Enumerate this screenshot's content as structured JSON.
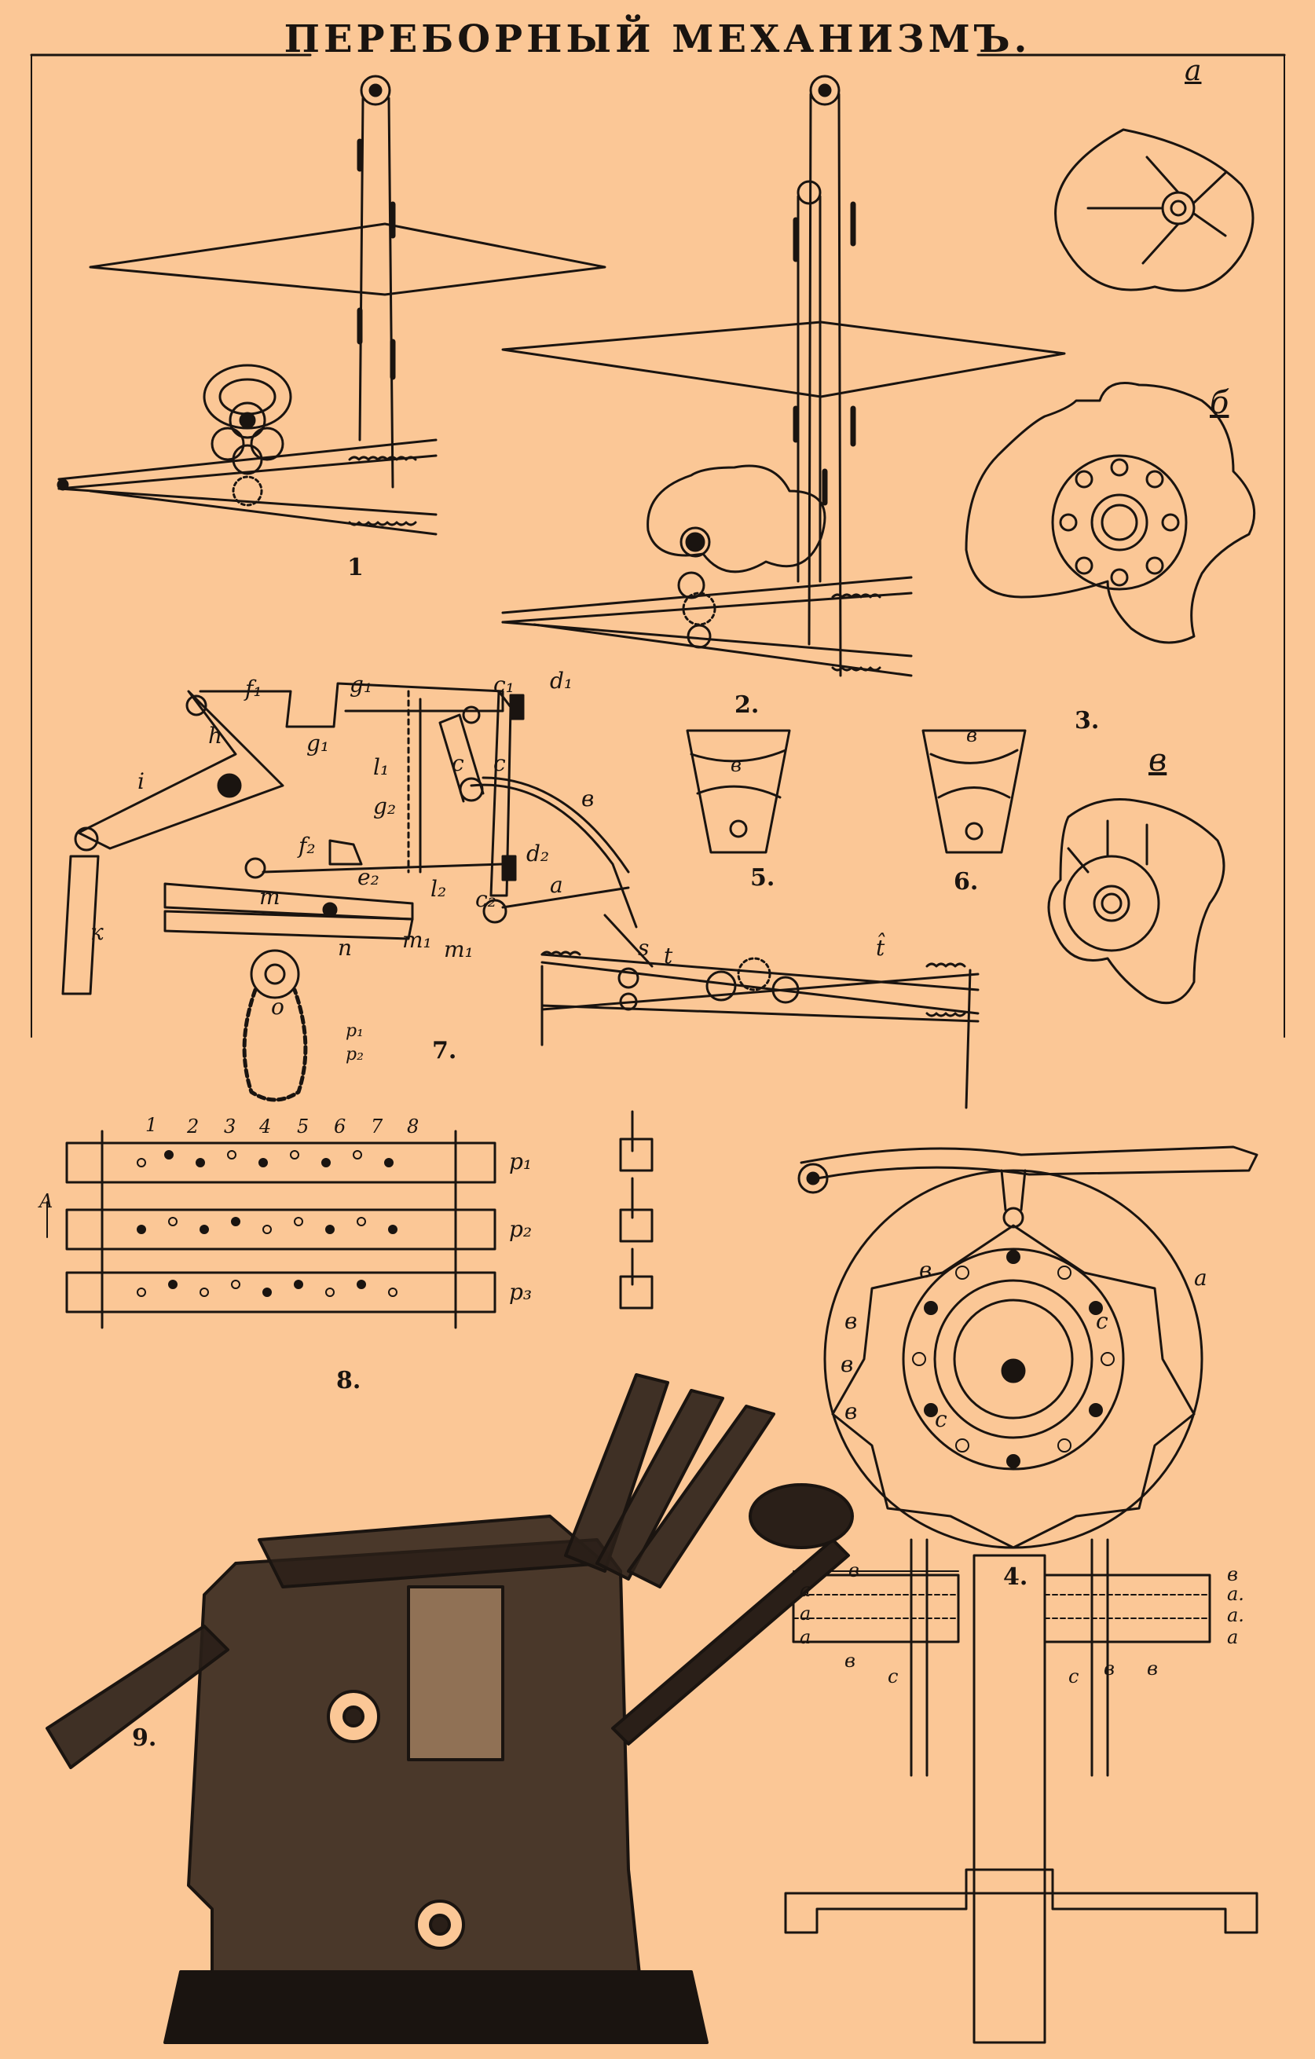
{
  "title": "ПЕРЕБОРНЫЙ МЕХАНИЗМЪ.",
  "figure_labels": {
    "fig1": "1",
    "fig2": "2.",
    "fig3": "3.",
    "fig4": "4.",
    "fig5": "5.",
    "fig6": "6.",
    "fig7": "7.",
    "fig8": "8.",
    "fig9": "9."
  },
  "variant_labels": {
    "a": "а",
    "b": "б",
    "v": "в"
  },
  "fig7_letters": {
    "f1": "f₁",
    "g1": "g₁",
    "c1": "c₁",
    "d1": "d₁",
    "h": "h",
    "g_1": "g₁",
    "i": "i",
    "l1": "l₁",
    "c": "c",
    "c_b": "c",
    "b": "в",
    "g2": "g₂",
    "f2": "f₂",
    "e2": "e₂",
    "d2": "d₂",
    "a": "a",
    "l2": "l₂",
    "c2": "c₂",
    "k": "к",
    "m": "m",
    "n": "n",
    "m1": "m₁",
    "m_1": "m₁",
    "o": "o",
    "s": "s",
    "t": "t",
    "t2": "t̂",
    "p1": "p₁",
    "p2": "p₂"
  },
  "fig8_numbers": [
    "1",
    "2",
    "3",
    "4",
    "5",
    "6",
    "7",
    "8"
  ],
  "fig8_rows": [
    "p₁",
    "p₂",
    "p₃"
  ],
  "fig8_arrow": "A",
  "fig5_letter": "в",
  "fig6_letter": "в",
  "fig4_letters": {
    "a": "a",
    "b1": "в",
    "b2": "в",
    "b3": "в",
    "b4": "в",
    "c1": "c",
    "c2": "c"
  },
  "section_letters": {
    "l1": "в",
    "l2": "a",
    "l3": "a",
    "l4": "a",
    "l5": "в",
    "l6": "c",
    "r1": "в",
    "r2": "a.",
    "r3": "a.",
    "r4": "a",
    "r5": "в",
    "r6": "в",
    "r7": "c"
  }
}
